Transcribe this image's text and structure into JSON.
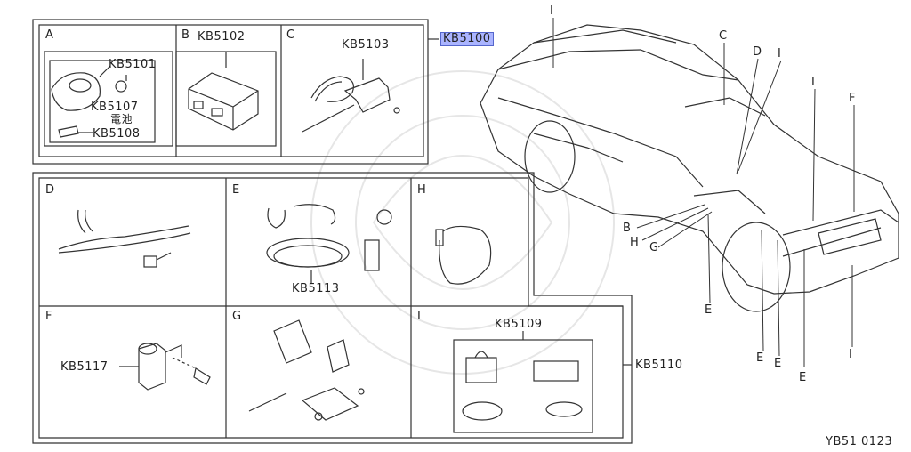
{
  "top_panel": {
    "panels": [
      {
        "letter": "A"
      },
      {
        "letter": "B",
        "part": "KB5102"
      },
      {
        "letter": "C",
        "part": "KB5103"
      }
    ],
    "group_part": "KB5100",
    "sub_parts": [
      "KB5101",
      "KB5107",
      "電池",
      "KB5108"
    ]
  },
  "bottom_panel": {
    "cells": [
      {
        "letter": "D"
      },
      {
        "letter": "E",
        "part": "KB5113"
      },
      {
        "letter": "H"
      },
      {
        "letter": "F",
        "part": "KB5117"
      },
      {
        "letter": "G"
      },
      {
        "letter": "I",
        "part": "KB5109"
      }
    ],
    "group_part": "KB5110"
  },
  "car_callouts": [
    "I",
    "C",
    "D",
    "I",
    "I",
    "F",
    "B",
    "H",
    "G",
    "E",
    "E",
    "E",
    "E",
    "I"
  ],
  "footer_code": "YB51 0123"
}
